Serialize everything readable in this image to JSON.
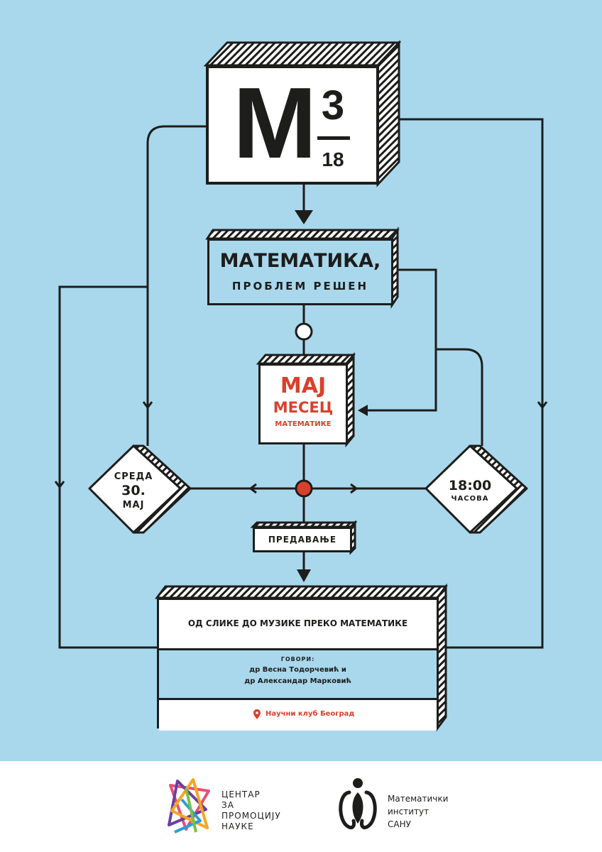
{
  "header": {
    "letter": "M",
    "superscript": "3",
    "subscript": "18"
  },
  "title": {
    "main": "МАТЕМАТИКА,",
    "sub": "ПРОБЛЕМ РЕШЕН"
  },
  "month": {
    "line1": "МАЈ",
    "line2": "МЕСЕЦ",
    "line3": "МАТЕМАТИКЕ"
  },
  "date": {
    "day": "СРЕДА",
    "number": "30.",
    "month": "МАЈ"
  },
  "time": {
    "value": "18:00",
    "unit": "ЧАСОВА"
  },
  "event_type": "ПРЕДАВАЊЕ",
  "lecture": {
    "title": "ОД СЛИКЕ ДО МУЗИКЕ ПРЕКО МАТЕМАТИКЕ",
    "speakers_label": "ГОВОРИ:",
    "speaker1": "др Весна Тодорчевић и",
    "speaker2": "др Александар Марковић",
    "location": "Научни клуб Београд"
  },
  "footer": {
    "org1": [
      "ЦЕНТАР",
      "ЗА",
      "ПРОМОЦИЈУ",
      "НАУКЕ"
    ],
    "org2": [
      "Математички",
      "институт",
      "САНУ"
    ]
  },
  "colors": {
    "background": "#a9d8ed",
    "accent_red": "#d9402b",
    "ink": "#1d1d1b"
  }
}
